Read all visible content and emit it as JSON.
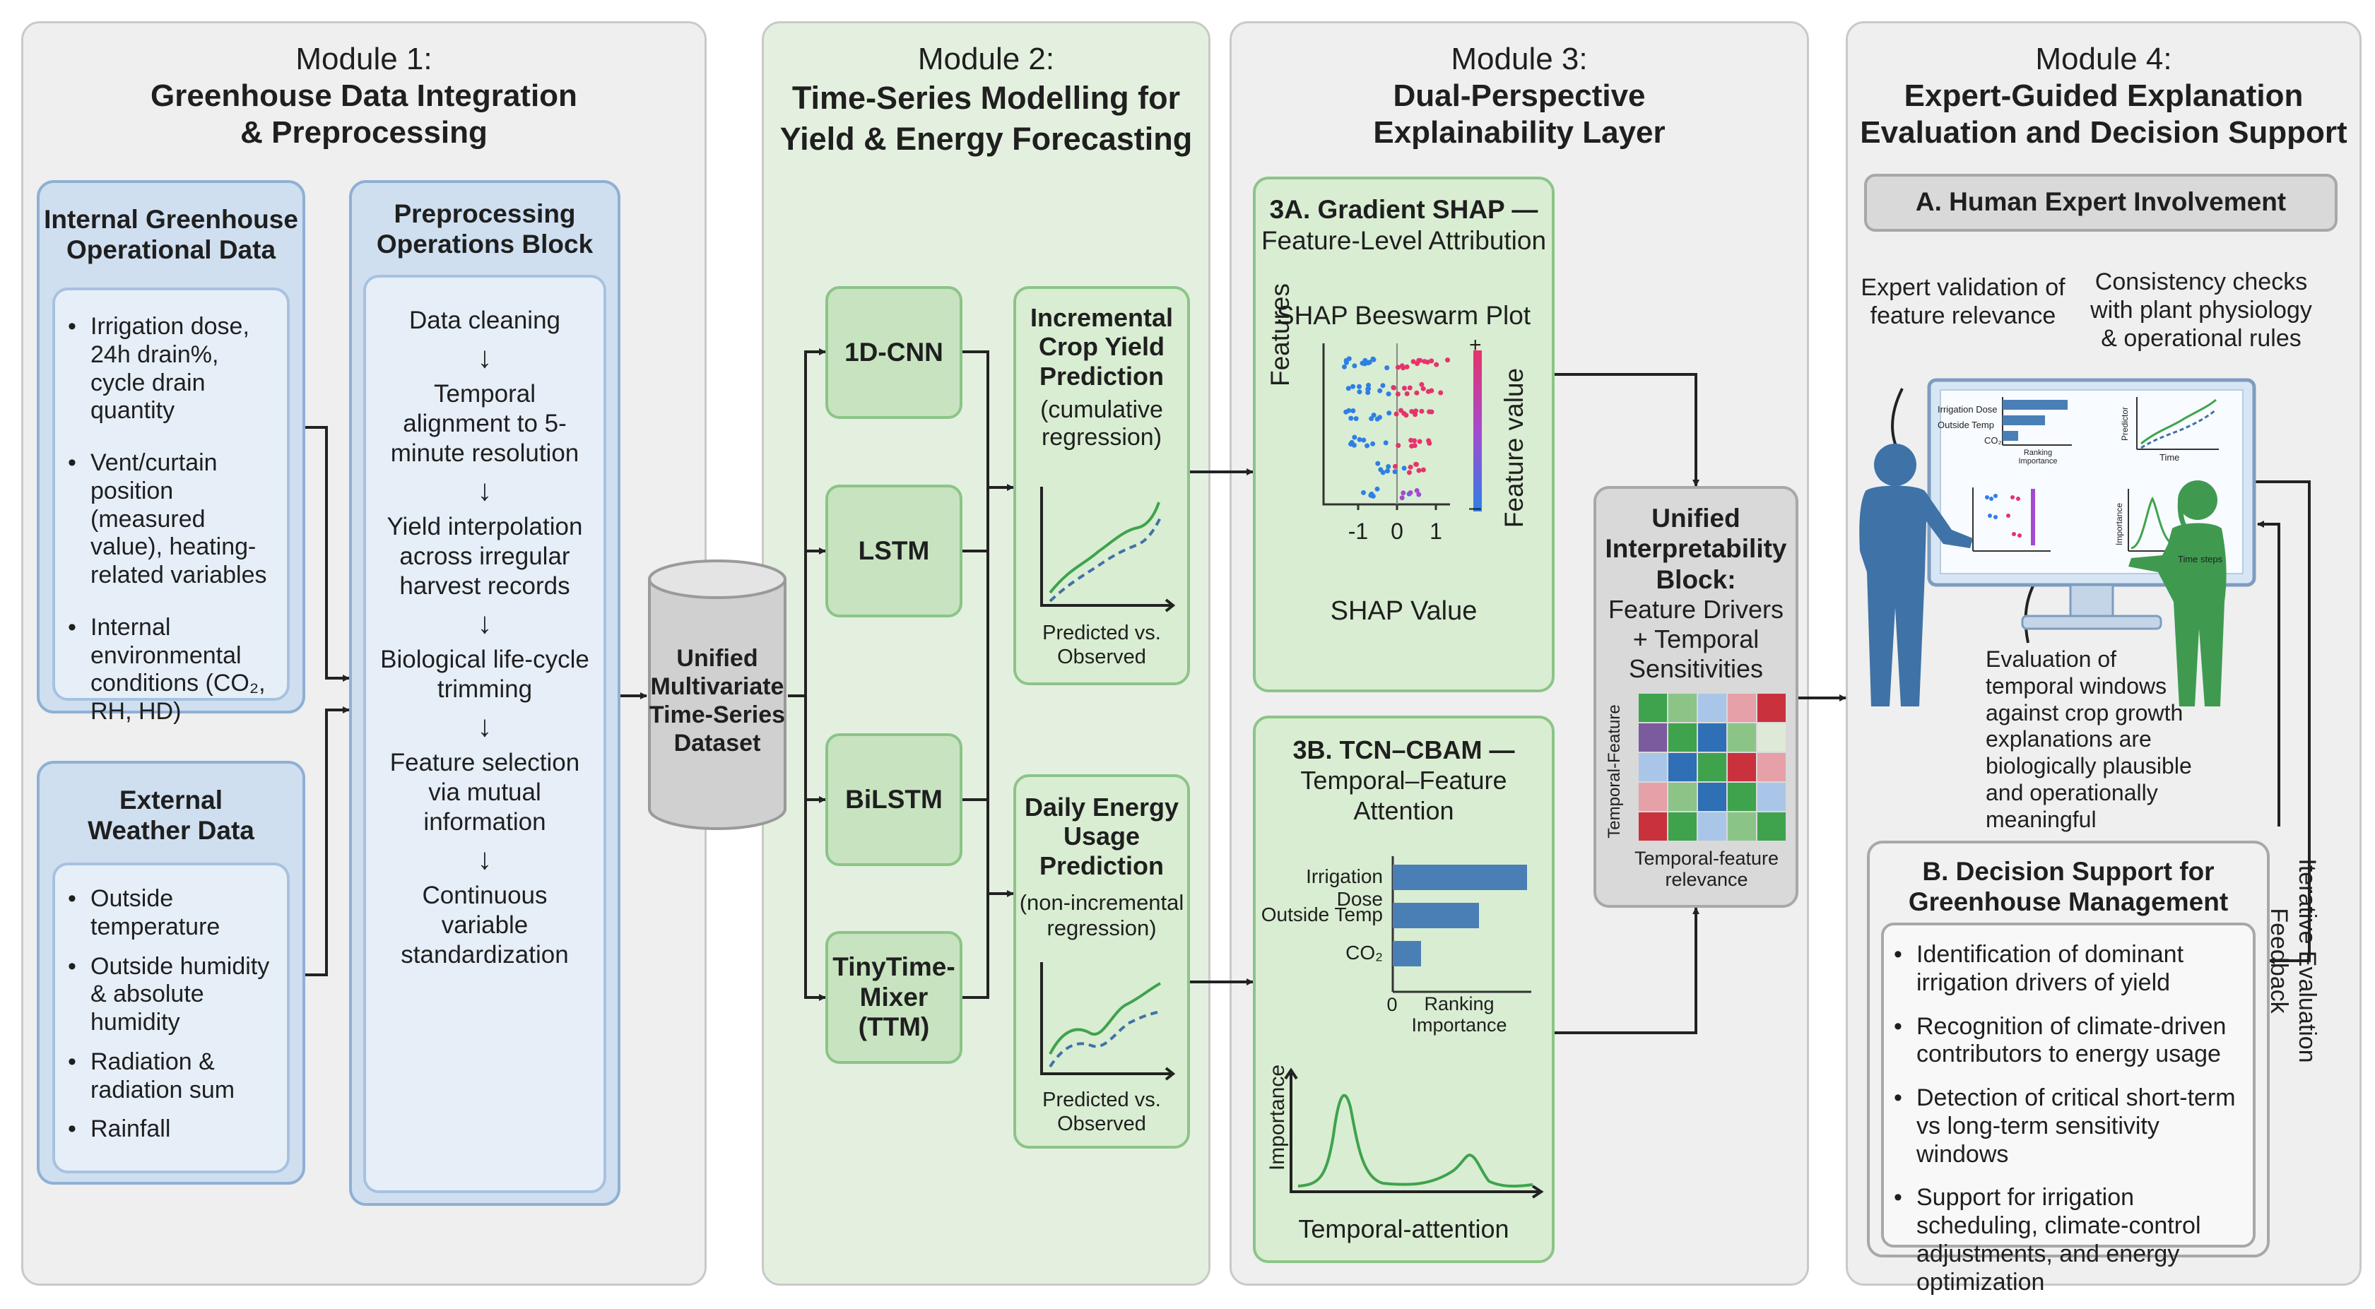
{
  "module1": {
    "number": "Module 1:",
    "title_line1": "Greenhouse Data Integration",
    "title_line2": "& Preprocessing",
    "internal": {
      "title_line1": "Internal Greenhouse",
      "title_line2": "Operational Data",
      "items": [
        "Irrigation dose, 24h drain%, cycle drain quantity",
        "Vent/curtain position (measured value), heating-related variables",
        "Internal environmental conditions (CO₂, RH, HD)"
      ]
    },
    "external": {
      "title_line1": "External",
      "title_line2": "Weather Data",
      "items": [
        "Outside temperature",
        "Outside humidity & absolute humidity",
        "Radiation & radiation sum",
        "Rainfall"
      ]
    },
    "preprocessing": {
      "title_line1": "Preprocessing",
      "title_line2": "Operations Block",
      "steps": [
        "Data cleaning",
        "Temporal alignment to 5-minute resolution",
        "Yield interpolation across irregular harvest records",
        "Biological life-cycle trimming",
        "Feature selection via mutual information",
        "Continuous variable standardization"
      ]
    }
  },
  "dataset": {
    "line1": "Unified",
    "line2": "Multivariate",
    "line3": "Time-Series",
    "line4": "Dataset"
  },
  "module2": {
    "number": "Module 2:",
    "title_line1": "Time-Series Modelling for",
    "title_line2": "Yield & Energy Forecasting",
    "models": [
      "1D-CNN",
      "LSTM",
      "BiLSTM",
      "TinyTime-Mixer (TTM)"
    ],
    "yield": {
      "title": "Incremental Crop Yield Prediction",
      "note": "(cumulative regression)",
      "caption": "Predicted vs. Observed"
    },
    "energy": {
      "title": "Daily Energy Usage Prediction",
      "note": "(non-incremental regression)",
      "caption": "Predicted vs. Observed"
    }
  },
  "module3": {
    "number": "Module 3:",
    "title_line1": "Dual-Perspective",
    "title_line2": "Explainability Layer",
    "shap": {
      "title": "3A. Gradient SHAP —",
      "subtitle": "Feature-Level Attribution",
      "plot_title": "SHAP Beeswarm Plot",
      "ylabel": "Features",
      "xlabel": "SHAP Value",
      "colorbar_label": "Feature value",
      "ticks": [
        "-1",
        "0",
        "1"
      ],
      "plus": "+",
      "minus": "–"
    },
    "tcn": {
      "title": "3B. TCN–CBAM —",
      "subtitle": "Temporal–Feature Attention",
      "bars": [
        "Irrigation Dose",
        "Outside Temp",
        "CO₂"
      ],
      "tick": "0",
      "ranking": "Ranking Importance",
      "ylabel": "Importance",
      "xlabel": "Temporal-attention"
    },
    "unified": {
      "title": "Unified Interpretability Block:",
      "text": "Feature Drivers + Temporal Sensitivities",
      "ylabel": "Temporal-Feature",
      "caption": "Temporal-feature relevance"
    }
  },
  "module4": {
    "number": "Module 4:",
    "title_line1": "Expert-Guided Explanation",
    "title_line2": "Evaluation and Decision Support",
    "involvement": "A. Human Expert Involvement",
    "note_validation": "Expert validation of feature relevance",
    "note_consistency": "Consistency checks with plant physiology & operational rules",
    "note_evaluation": "Evaluation of temporal windows against crop growth explanations are biologically plausible and operationally meaningful",
    "loop_label": "Iterative Evaluation Feedback",
    "monitor": {
      "bar_labels": [
        "Irrigation Dose",
        "Outside Temp",
        "CO₂"
      ],
      "ranking": "Ranking Importance",
      "predictor": "Predictor",
      "time": "Time",
      "importance": "Importance",
      "time_steps": "Time steps"
    },
    "decision": {
      "title_line1": "B. Decision Support for",
      "title_line2": "Greenhouse Management",
      "items": [
        "Identification of dominant irrigation drivers of yield",
        "Recognition of climate-driven contributors to energy usage",
        "Detection of critical short-term vs long-term sensitivity windows",
        "Support for irrigation scheduling, climate-control adjustments, and energy optimization"
      ]
    }
  },
  "colors": {
    "blue_panel": "#cfdff0",
    "green_panel": "#c8e3c0",
    "gray_panel": "#d9d9d9",
    "bar_blue": "#4a7fb5",
    "line_green": "#3fa34d",
    "figure_blue": "#3f72a6",
    "figure_green": "#3f9a50"
  }
}
